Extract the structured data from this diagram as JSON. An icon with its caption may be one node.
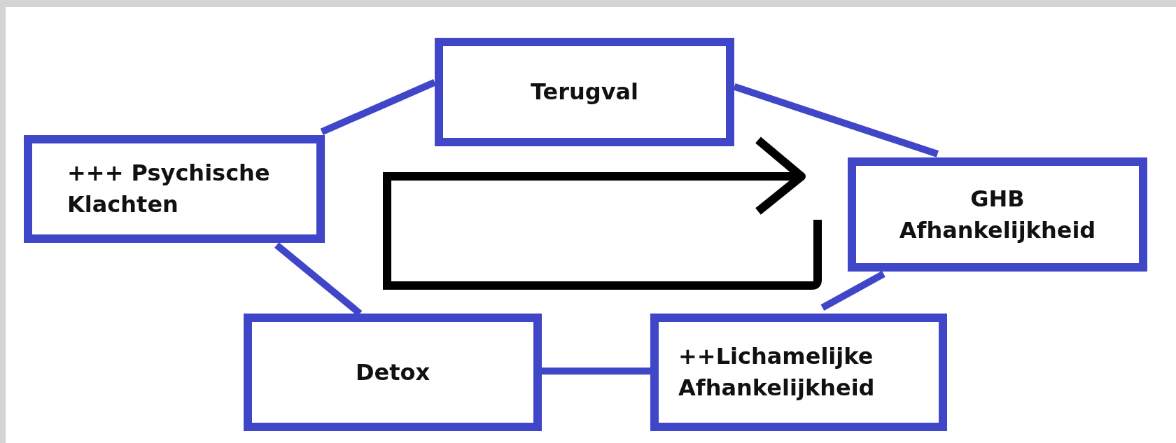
{
  "diagram": {
    "nodes": [
      {
        "text": [
          "Terugval"
        ]
      },
      {
        "text": [
          "+++ Psychische Klachten"
        ]
      },
      {
        "text": [
          "GHB Afhankelijkheid"
        ]
      },
      {
        "text": [
          "Detox"
        ]
      },
      {
        "text": [
          "++Lichamelijke Afhankelijkheid"
        ]
      }
    ],
    "edges": [
      {
        "from": 1,
        "to": 0,
        "arrow": "none"
      },
      {
        "from": 0,
        "to": 2,
        "arrow": "none"
      },
      {
        "from": 2,
        "to": 4,
        "arrow": "none"
      },
      {
        "from": 4,
        "to": 3,
        "arrow": "none"
      },
      {
        "from": 3,
        "to": 1,
        "arrow": "none"
      }
    ]
  }
}
